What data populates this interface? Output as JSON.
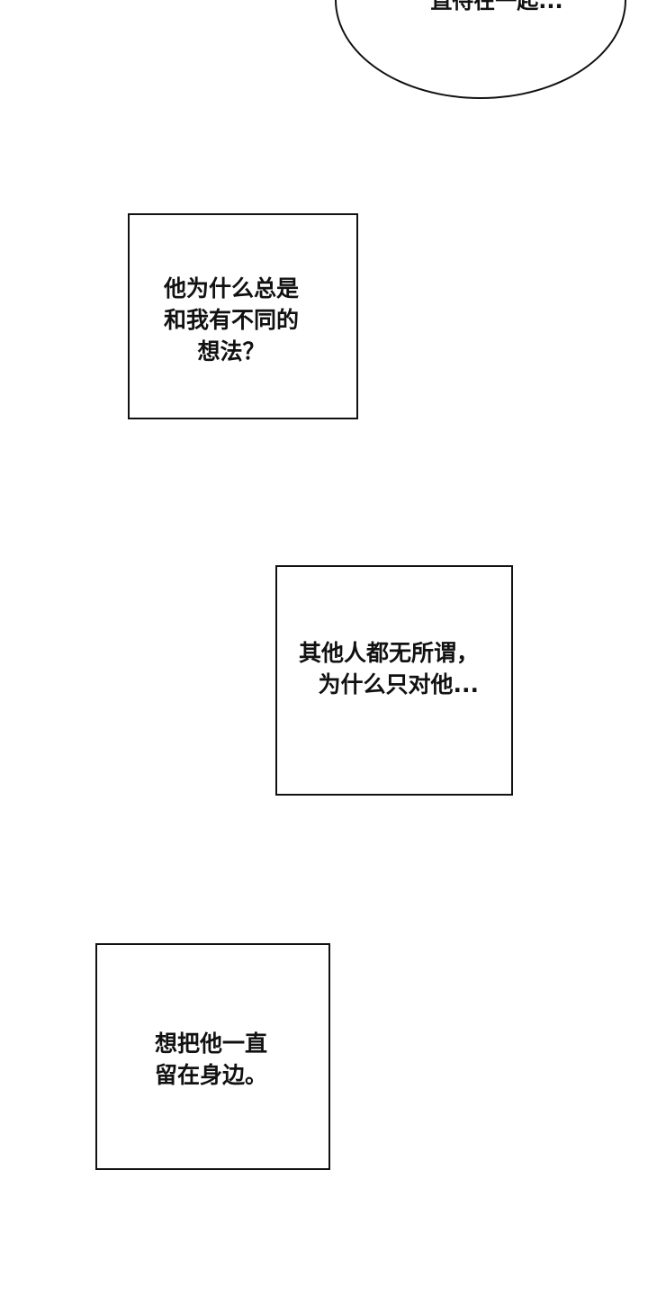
{
  "speech_bubble": {
    "text": "直待在一起..."
  },
  "captions": [
    {
      "text": "他为什么总是\n和我有不同的\n想法？"
    },
    {
      "text": "其他人都无所谓，\n为什么只对他..."
    },
    {
      "text": "想把他一直\n留在身边。"
    }
  ]
}
